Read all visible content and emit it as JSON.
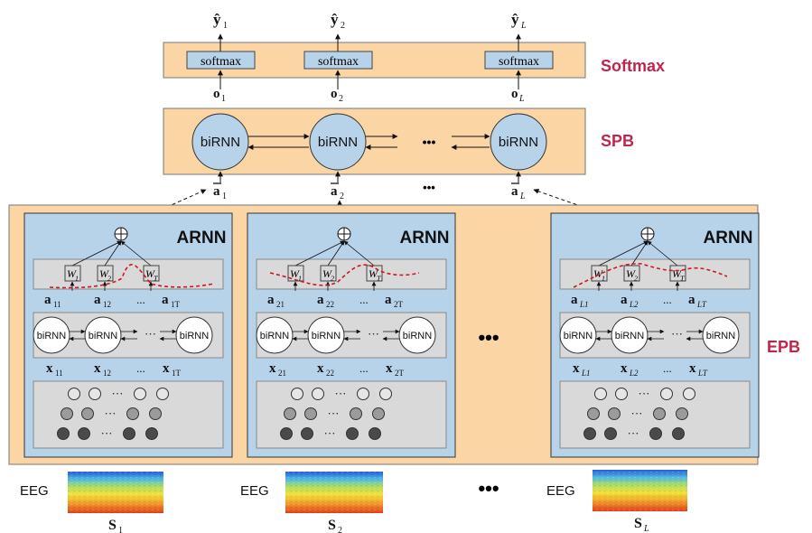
{
  "softmax_block": {
    "label": "Softmax",
    "unit_label": "softmax",
    "outputs": [
      "ŷ",
      "ŷ",
      "ŷ"
    ],
    "output_subs": [
      "1",
      "2",
      "L"
    ],
    "inputs": [
      "o",
      "o",
      "o"
    ],
    "input_subs": [
      "1",
      "2",
      "L"
    ]
  },
  "spb_block": {
    "label": "SPB",
    "unit_label": "biRNN",
    "ellipsis": "•••",
    "attn_vectors": [
      "a",
      "a",
      "a"
    ],
    "attn_subs": [
      "1",
      "2",
      "L"
    ]
  },
  "epb_block": {
    "label": "EPB",
    "ellipsis": "•••"
  },
  "arnn_panels": [
    {
      "title": "ARNN",
      "weights": [
        "W",
        "W",
        "W"
      ],
      "weight_subs": [
        "1",
        "2",
        "T"
      ],
      "attn": [
        "a",
        "a",
        "...",
        "a"
      ],
      "attn_subs": [
        "11",
        "12",
        "",
        "1T"
      ],
      "rnn_unit": "biRNN",
      "rnn_ellipsis": "···",
      "inputs": [
        "x",
        "x",
        "...",
        "x"
      ],
      "input_subs": [
        "11",
        "12",
        "",
        "1T"
      ],
      "dots": "···"
    },
    {
      "title": "ARNN",
      "weights": [
        "W",
        "W",
        "W"
      ],
      "weight_subs": [
        "1",
        "2",
        "T"
      ],
      "attn": [
        "a",
        "a",
        "...",
        "a"
      ],
      "attn_subs": [
        "21",
        "22",
        "",
        "2T"
      ],
      "rnn_unit": "biRNN",
      "rnn_ellipsis": "···",
      "inputs": [
        "x",
        "x",
        "...",
        "x"
      ],
      "input_subs": [
        "21",
        "22",
        "",
        "2T"
      ],
      "dots": "···"
    },
    {
      "title": "ARNN",
      "weights": [
        "W",
        "W",
        "W"
      ],
      "weight_subs": [
        "1",
        "2",
        "T"
      ],
      "attn": [
        "a",
        "a",
        "...",
        "a"
      ],
      "attn_subs": [
        "L1",
        "L2",
        "",
        "LT"
      ],
      "rnn_unit": "biRNN",
      "rnn_ellipsis": "···",
      "inputs": [
        "x",
        "x",
        "...",
        "x"
      ],
      "input_subs": [
        "L1",
        "L2",
        "",
        "LT"
      ],
      "dots": "···"
    }
  ],
  "eeg": {
    "label": "EEG",
    "signals": [
      "S",
      "S",
      "S"
    ],
    "signal_subs": [
      "1",
      "2",
      "L"
    ],
    "ellipsis": "•••"
  },
  "colors": {
    "block_fill": "#fbd5a4",
    "panel_fill": "#b7d3ea",
    "gray_fill": "#d9d9d9",
    "label_red": "#c0264b",
    "attention_curve": "#d0161e"
  }
}
